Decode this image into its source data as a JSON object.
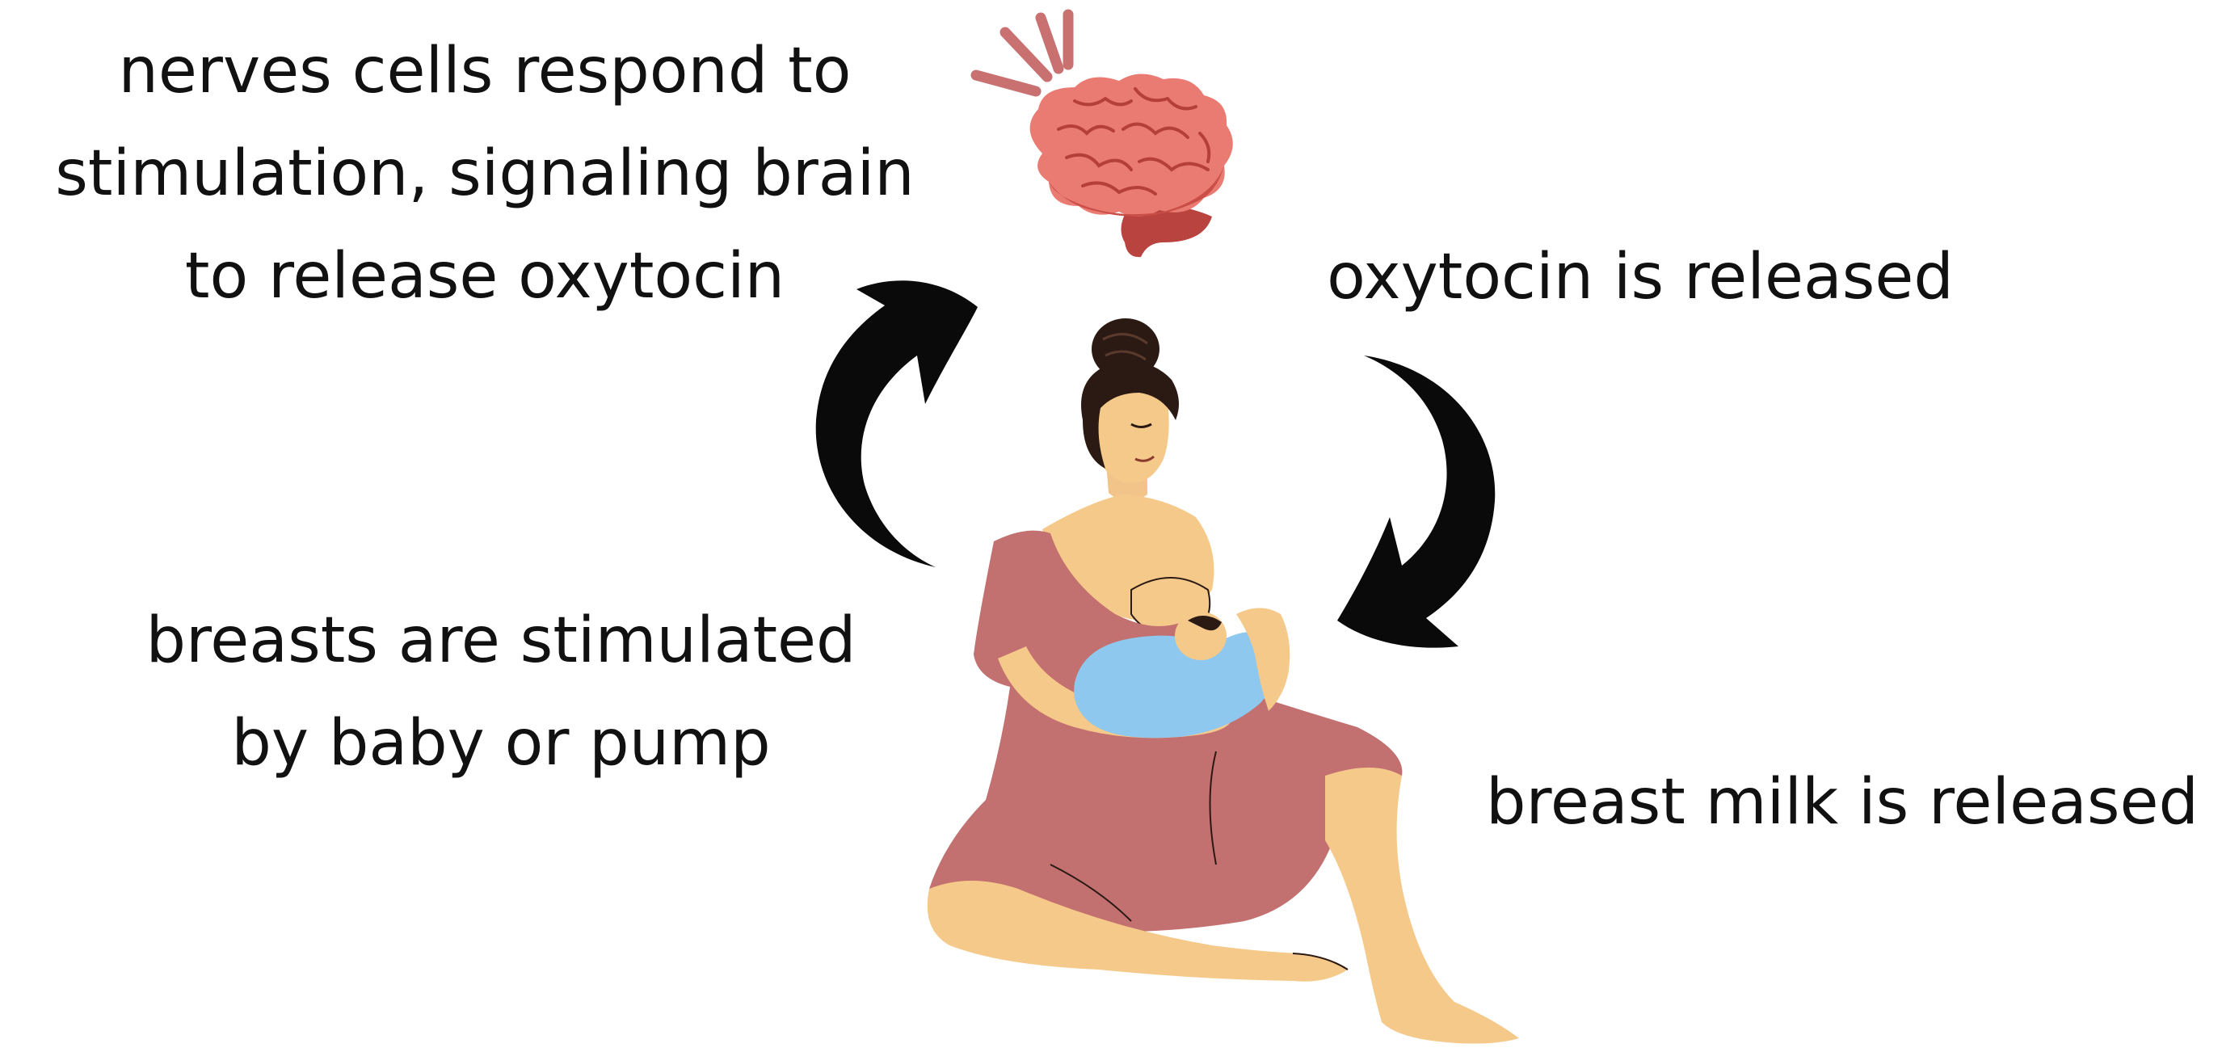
{
  "steps": {
    "nerve_signal": {
      "lines": [
        "nerves cells respond to",
        "stimulation, signaling brain",
        "to release oxytocin"
      ]
    },
    "oxytocin_release": {
      "lines": [
        "oxytocin is released"
      ]
    },
    "stimulation": {
      "lines": [
        "breasts are stimulated",
        "by baby or pump"
      ]
    },
    "milk_release": {
      "lines": [
        "breast milk is released"
      ]
    }
  },
  "icons": [
    "brain-icon",
    "curved-arrow-up-icon",
    "curved-arrow-down-icon",
    "nursing-mother-illustration"
  ],
  "colors": {
    "text": "#111111",
    "brain": "#e8766e",
    "brain_dark": "#c04a45",
    "dress": "#c27070",
    "skin": "#f5c98a",
    "hair": "#2b1a14",
    "blanket": "#8ec8ee",
    "arrow": "#0a0a0a"
  }
}
